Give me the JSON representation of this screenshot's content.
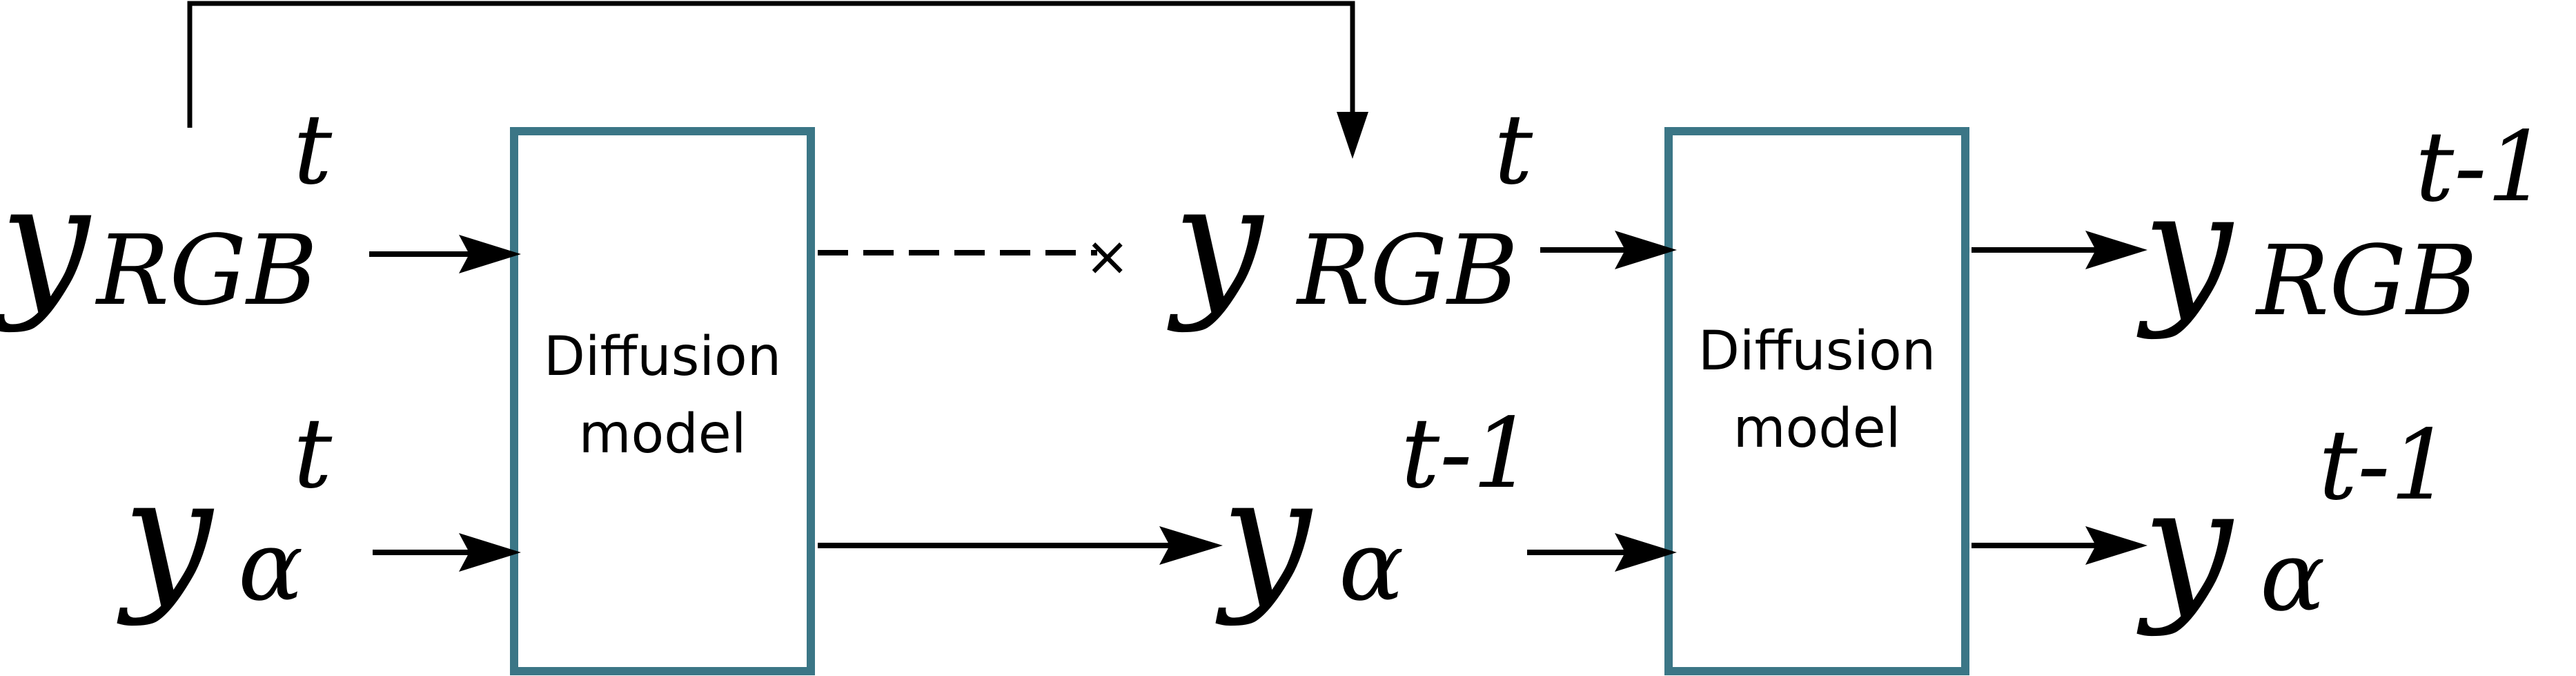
{
  "diagram": {
    "box_stroke_color": "#3b7686",
    "line_color": "#000000",
    "boxes": [
      {
        "id": "diffusion-model-1",
        "line1": "Diffusion",
        "line2": "model"
      },
      {
        "id": "diffusion-model-2",
        "line1": "Diffusion",
        "line2": "model"
      }
    ],
    "variables": {
      "y_rgb_t_in": {
        "base": "y",
        "sub": "RGB",
        "sup": "t"
      },
      "y_alpha_t_in": {
        "base": "y",
        "sub": "α",
        "sup": "t"
      },
      "y_rgb_t_mid": {
        "base": "y",
        "sub": "RGB",
        "sup": "t"
      },
      "y_alpha_t1_mid": {
        "base": "y",
        "sub": "α",
        "sup": "t-1"
      },
      "y_rgb_t1_out": {
        "base": "y",
        "sub": "RGB",
        "sup": "t-1"
      },
      "y_alpha_t1_out": {
        "base": "y",
        "sub": "α",
        "sup": "t-1"
      }
    },
    "discard_mark": "×"
  }
}
